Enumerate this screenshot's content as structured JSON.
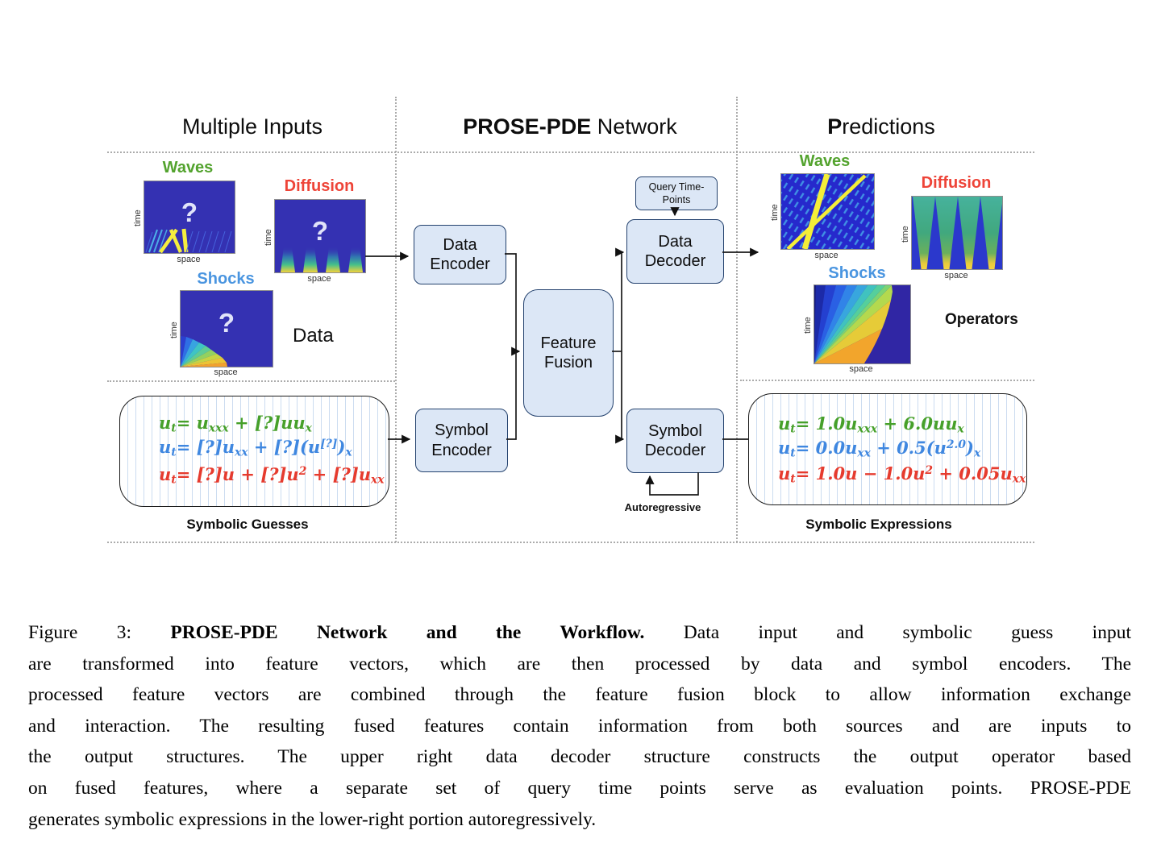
{
  "figure": {
    "axis": {
      "time": "time",
      "space": "space"
    },
    "question_mark": "?",
    "headers": {
      "inputs": "Multiple Inputs",
      "network_bold": "PROSE-PDE",
      "network_rest": " Network",
      "predictions_bold": "P",
      "predictions_rest": "redictions"
    },
    "inputs": {
      "waves_label": "Waves",
      "diffusion_label": "Diffusion",
      "shocks_label": "Shocks",
      "data_label": "Data",
      "guesses_caption": "Symbolic Guesses",
      "eq_green": "u_{t}= u_{xxx} + [?]uu_{x}",
      "eq_blue": "u_{t}= [?]u_{xx} + [?](u^{[?]})_{x}",
      "eq_red": "u_{t}= [?]u + [?]u^{2} + [?]u_{xx}"
    },
    "network": {
      "data_encoder": "Data Encoder",
      "symbol_encoder": "Symbol Encoder",
      "feature_fusion": "Feature Fusion",
      "query_timepoints": "Query Time-Points",
      "data_decoder": "Data Decoder",
      "symbol_decoder": "Symbol Decoder",
      "autoregressive": "Autoregressive"
    },
    "predictions": {
      "waves_label": "Waves",
      "diffusion_label": "Diffusion",
      "shocks_label": "Shocks",
      "operators_bold": "O",
      "operators_rest": "perators",
      "expr_caption_b1": "S",
      "expr_caption_r1": "ymbolic ",
      "expr_caption_b2": "E",
      "expr_caption_r2": "xpressions",
      "expressions_caption": "Symbolic Expressions",
      "eq_green": "u_{t}= 1.0u_{xxx} + 6.0uu_{x}",
      "eq_blue": "u_{t}= 0.0u_{xx} + 0.5(u^{2.0})_{x}",
      "eq_red": "u_{t}= 1.0u − 1.0u^{2} + 0.05u_{xx}"
    },
    "colors": {
      "waves_green": "#53a32e",
      "diffusion_red": "#ee4438",
      "shocks_blue": "#4a95e0",
      "eq_green": "#46a02a",
      "eq_blue": "#3f87e0",
      "eq_red": "#e63b2e",
      "block_fill": "#dce7f6",
      "block_border": "#24426e",
      "heatmap_indigo": "#3431b2"
    }
  },
  "caption": {
    "line1_pre": "Figure 3: ",
    "line1_bold": "PROSE-PDE Network and the Workflow.",
    "line1_rest": " Data input and symbolic guess input",
    "line2": "are transformed into feature vectors, which are then processed by data and symbol encoders. The",
    "line3": "processed feature vectors are combined through the feature fusion block to allow information exchange",
    "line4": "and interaction. The resulting fused features contain information from both sources and are inputs to",
    "line5": "the output structures. The upper right data decoder structure constructs the output operator based",
    "line6": "on fused features, where a separate set of query time points serve as evaluation points. PROSE-PDE",
    "line7": "generates symbolic expressions in the lower-right portion autoregressively."
  }
}
